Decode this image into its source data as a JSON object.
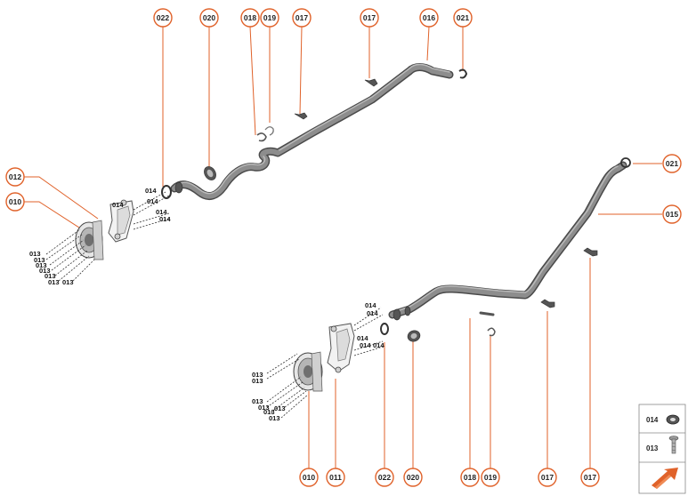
{
  "callouts": {
    "c022_top": "022",
    "c020_top": "020",
    "c018_top": "018",
    "c019_top": "019",
    "c017_top_a": "017",
    "c017_top_b": "017",
    "c016": "016",
    "c021_top": "021",
    "c012": "012",
    "c010_left": "010",
    "c021_right": "021",
    "c015": "015",
    "c010_bottom": "010",
    "c011": "011",
    "c022_bottom": "022",
    "c020_bottom": "020",
    "c018_bottom": "018",
    "c019_bottom": "019",
    "c017_bottom_a": "017",
    "c017_bottom_b": "017"
  },
  "labels": {
    "l014": "014",
    "l013": "013"
  },
  "legend": {
    "item1_code": "014",
    "item2_code": "013",
    "arrow_icon": "orange-arrow-icon"
  },
  "colors": {
    "accent": "#e0622a",
    "hose": "#8d8d8d"
  }
}
